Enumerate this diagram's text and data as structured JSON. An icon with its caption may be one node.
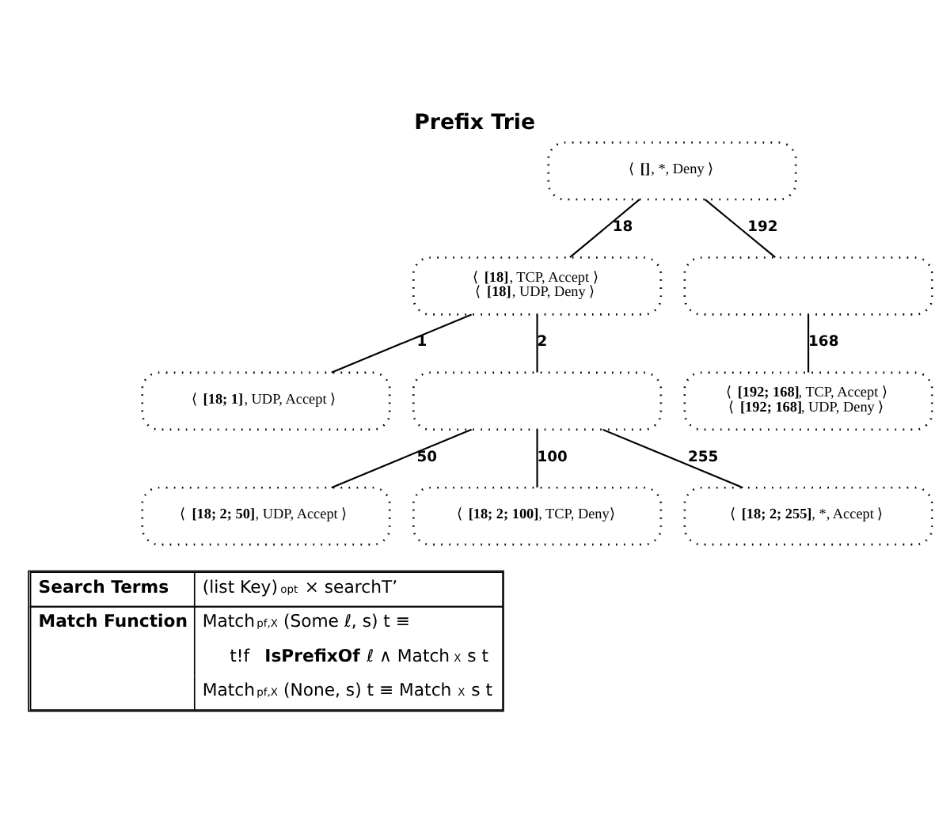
{
  "diagram": {
    "title": "Prefix Trie",
    "nodes": [
      {
        "text": [
          "⟨ **[]**, *, Deny ⟩"
        ]
      },
      {
        "text": [
          "⟨ **[18]**, TCP, Accept ⟩",
          "⟨ **[18]**, UDP, Deny ⟩"
        ]
      },
      {
        "text": [],
        "shape": "box"
      },
      {
        "text": [
          "⟨ **[18; 1]**, UDP, Accept ⟩"
        ]
      },
      {
        "text": [],
        "shape": "box"
      },
      {
        "text": [
          "⟨ **[192; 168]**, TCP, Accept ⟩",
          "⟨ **[192; 168]**, UDP, Deny ⟩"
        ]
      },
      {
        "text": [
          "⟨ **[18; 2; 50]**, UDP, Accept ⟩"
        ]
      },
      {
        "text": [
          "⟨ **[18; 2; 100]**, TCP, Deny⟩"
        ]
      },
      {
        "text": [
          "⟨ **[18; 2; 255]**, *, Accept ⟩"
        ]
      }
    ],
    "edges": [
      {
        "from": 0,
        "to": 1,
        "arrow": "none",
        "label": "18"
      },
      {
        "from": 0,
        "to": 2,
        "arrow": "none",
        "label": "192"
      },
      {
        "from": 1,
        "to": 3,
        "arrow": "none",
        "label": "1"
      },
      {
        "from": 1,
        "to": 4,
        "arrow": "none",
        "label": "2"
      },
      {
        "from": 2,
        "to": 5,
        "arrow": "none",
        "label": "168"
      },
      {
        "from": 4,
        "to": 6,
        "arrow": "none",
        "label": "50"
      },
      {
        "from": 4,
        "to": 7,
        "arrow": "none",
        "label": "100"
      },
      {
        "from": 4,
        "to": 8,
        "arrow": "none",
        "label": "255"
      }
    ],
    "labels": [
      "Search Terms",
      "(list Key)$_{opt}$ × searchT’",
      "Match Function",
      "Match$_{pf,X}$ (Some ℓ, s) t ≡",
      "t!f **IsPrefixOf** ℓ ∧ Match$_{X}$ s t",
      "Match$_{pf,X}$ (None, s) t ≡ Match$_{X}$ s t"
    ]
  }
}
